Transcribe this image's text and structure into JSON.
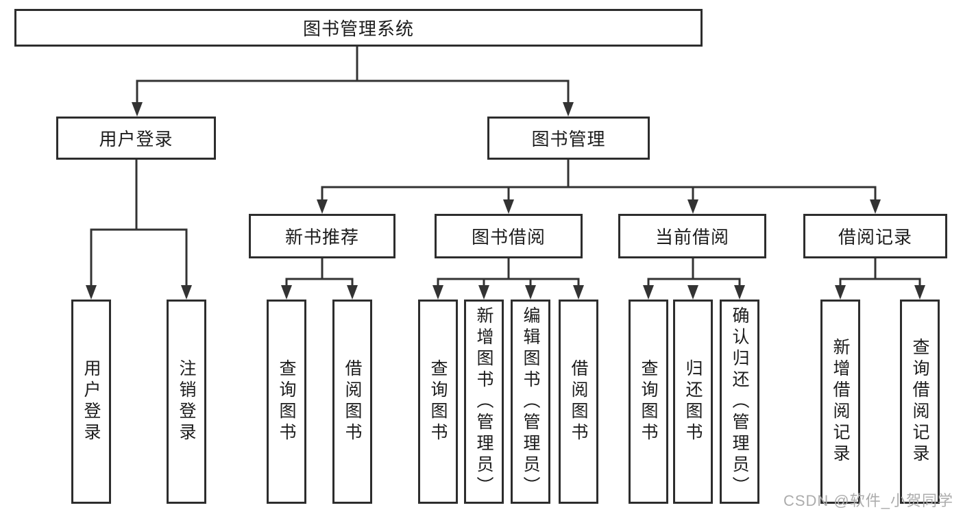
{
  "diagram": {
    "type": "hierarchy-tree",
    "root": {
      "label": "图书管理系统",
      "children": [
        {
          "label": "用户登录",
          "children": [
            {
              "label": "用户登录"
            },
            {
              "label": "注销登录"
            }
          ]
        },
        {
          "label": "图书管理",
          "children": [
            {
              "label": "新书推荐",
              "children": [
                {
                  "label": "查询图书"
                },
                {
                  "label": "借阅图书"
                }
              ]
            },
            {
              "label": "图书借阅",
              "children": [
                {
                  "label": "查询图书"
                },
                {
                  "label": "新增图书（管理员）"
                },
                {
                  "label": "编辑图书（管理员）"
                },
                {
                  "label": "借阅图书"
                }
              ]
            },
            {
              "label": "当前借阅",
              "children": [
                {
                  "label": "查询图书"
                },
                {
                  "label": "归还图书"
                },
                {
                  "label": "确认归还（管理员）"
                }
              ]
            },
            {
              "label": "借阅记录",
              "children": [
                {
                  "label": "新增借阅记录"
                },
                {
                  "label": "查询借阅记录"
                }
              ]
            }
          ]
        }
      ]
    }
  },
  "watermark": {
    "text": "CSDN @软件_小贺同学"
  },
  "colors": {
    "background": "#ffffff",
    "line": "#333333",
    "box_border": "#2d2d2d",
    "text": "#1c1c1c",
    "watermark": "#acacac"
  }
}
